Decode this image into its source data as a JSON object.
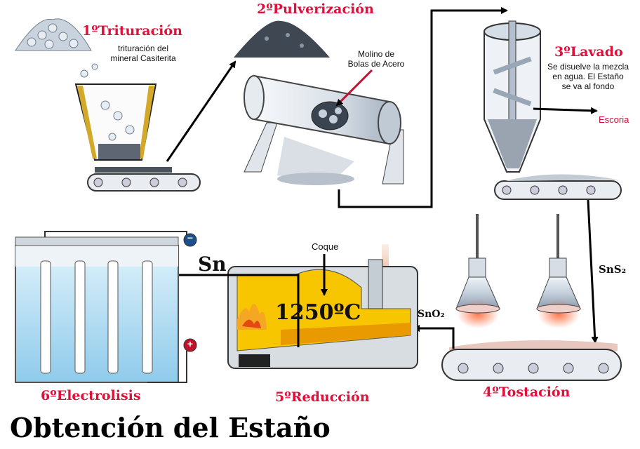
{
  "title": "Obtención del Estaño",
  "steps": {
    "trituracion": {
      "label": "1ºTrituración",
      "note_line1": "trituración del",
      "note_line2": "mineral Casiterita"
    },
    "pulverizacion": {
      "label": "2ºPulverización",
      "mill_line1": "Molino de",
      "mill_line2": "Bolas de Acero"
    },
    "lavado": {
      "label": "3ºLavado",
      "note_line1": "Se disuelve la mezcla",
      "note_line2": "en agua. El Estaño",
      "note_line3": "se va al fondo",
      "waste": "Escoria"
    },
    "tostacion": {
      "label": "4ºTostación",
      "product": "SnS₂"
    },
    "reduccion": {
      "label": "5ºReducción",
      "temperature": "1250ºC",
      "fuel": "Coque",
      "input": "SnO₂"
    },
    "electrolisis": {
      "label": "6ºElectrolisis",
      "product": "Sn",
      "minus_sign": "−",
      "plus_sign": "+"
    }
  },
  "colors": {
    "step_label": "#e0103a",
    "arrow": "#000000",
    "electrolyte": "#aedcf2",
    "flame": "#f5a623",
    "furnace_melt": "#f7c600"
  }
}
